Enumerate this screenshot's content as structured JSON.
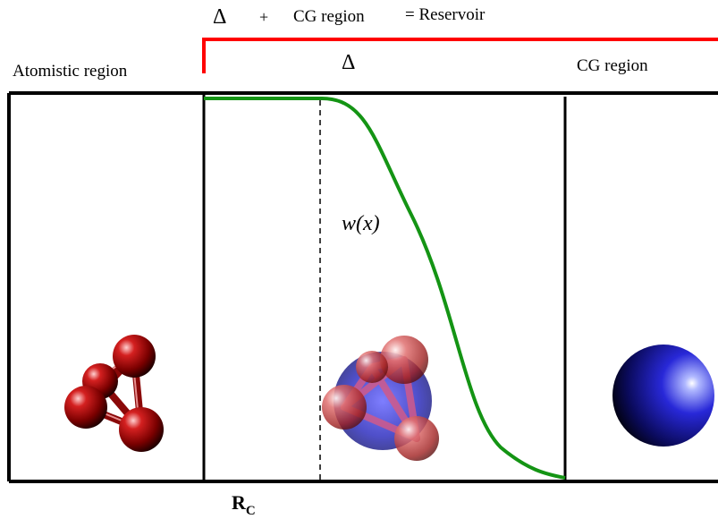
{
  "header": {
    "delta_symbol": "Δ",
    "plus": "+",
    "cg_region": "CG region",
    "equals_reservoir": "= Reservoir"
  },
  "regions": {
    "atomistic_label": "Atomistic region",
    "delta_label": "Δ",
    "cg_label": "CG region"
  },
  "curve": {
    "label": "w(x)",
    "color": "#149414"
  },
  "boundary": {
    "label_main": "R",
    "label_sub": "C"
  },
  "colors": {
    "reservoir_bracket": "#ff0000",
    "atom_red": "#c41414",
    "cg_blue": "#1a1acc"
  }
}
